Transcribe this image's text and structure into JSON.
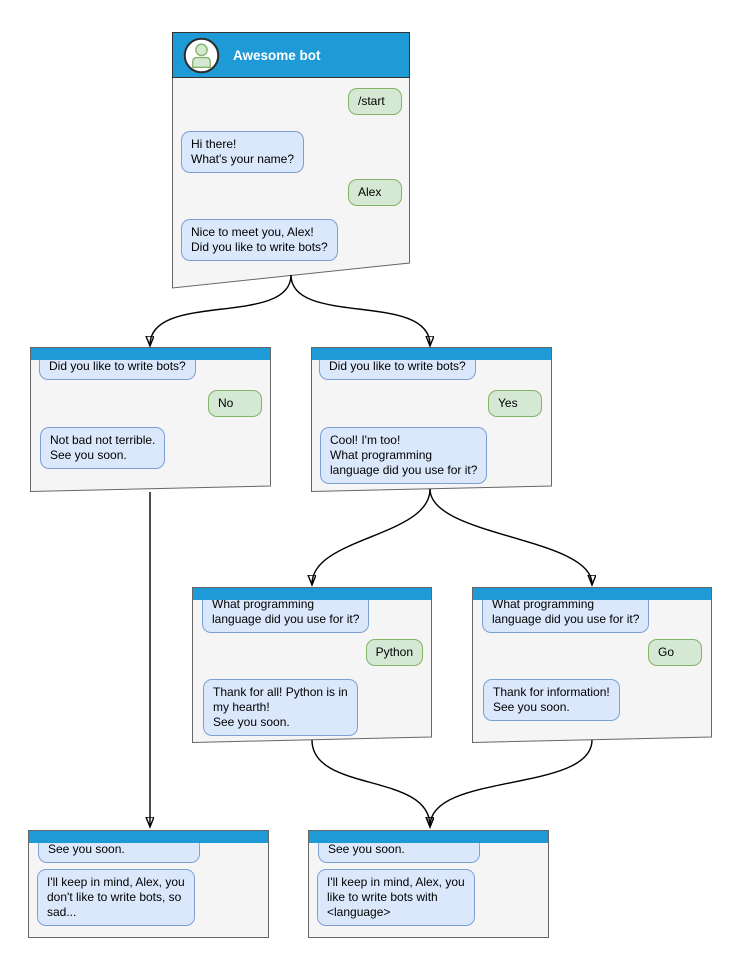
{
  "colors": {
    "titlebar_blue": "#1e9bd7",
    "window_body": "#f5f5f5",
    "window_border": "#666666",
    "bot_bubble_fill": "#dbe8fc",
    "bot_bubble_border": "#7da0d4",
    "user_bubble_fill": "#d5e8d4",
    "user_bubble_border": "#82b366",
    "arrow": "#000000"
  },
  "windows": {
    "root": {
      "title": "Awesome bot",
      "avatar": "person-icon",
      "messages": {
        "user_start": "/start",
        "bot_greeting": "Hi there!\nWhat's your name?",
        "user_name": "Alex",
        "bot_question": "Nice to meet you, Alex!\nDid you like to write bots?"
      }
    },
    "no_branch": {
      "question": "Did you like to write bots?",
      "answer": "No",
      "reply": "Not bad not terrible.\nSee you soon."
    },
    "yes_branch": {
      "question": "Did you like to write bots?",
      "answer": "Yes",
      "reply": "Cool! I'm too!\nWhat programming\nlanguage did you use for it?"
    },
    "python_branch": {
      "question": "What programming\nlanguage did you use for it?",
      "answer": "Python",
      "reply": "Thank for all! Python is in\nmy hearth!\nSee you soon."
    },
    "go_branch": {
      "question": "What programming\nlanguage did you use for it?",
      "answer": "Go",
      "reply": "Thank for information!\nSee you soon."
    },
    "end_no": {
      "closing": "See you soon.",
      "summary": "I'll keep in mind, Alex, you\ndon't like to write bots, so\nsad..."
    },
    "end_yes": {
      "closing": "See you soon.",
      "summary": "I'll keep in mind, Alex, you\nlike to write bots with\n<language>"
    }
  },
  "connections": [
    {
      "from": "root",
      "to": "no_branch"
    },
    {
      "from": "root",
      "to": "yes_branch"
    },
    {
      "from": "no_branch",
      "to": "end_no"
    },
    {
      "from": "yes_branch",
      "to": "python_branch"
    },
    {
      "from": "yes_branch",
      "to": "go_branch"
    },
    {
      "from": "python_branch",
      "to": "end_yes"
    },
    {
      "from": "go_branch",
      "to": "end_yes"
    }
  ]
}
